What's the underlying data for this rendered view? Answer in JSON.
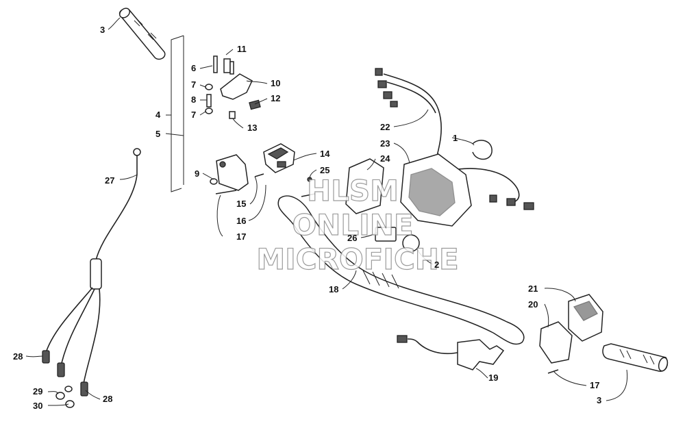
{
  "watermark": {
    "line1": "HLSM",
    "line2": "ONLINE",
    "line3": "MICROFICHE"
  },
  "callouts": {
    "c3a": "3",
    "c11": "11",
    "c6": "6",
    "c7a": "7",
    "c10": "10",
    "c8": "8",
    "c12": "12",
    "c7b": "7",
    "c4": "4",
    "c13": "13",
    "c5": "5",
    "c22": "22",
    "c1": "1",
    "c23": "23",
    "c14": "14",
    "c24": "24",
    "c25": "25",
    "c27": "27",
    "c9": "9",
    "c15": "15",
    "c16": "16",
    "c17a": "17",
    "c26": "26",
    "c2": "2",
    "c18": "18",
    "c21": "21",
    "c20": "20",
    "c28a": "28",
    "c19": "19",
    "c29": "29",
    "c28b": "28",
    "c17b": "17",
    "c30": "30",
    "c3b": "3"
  }
}
